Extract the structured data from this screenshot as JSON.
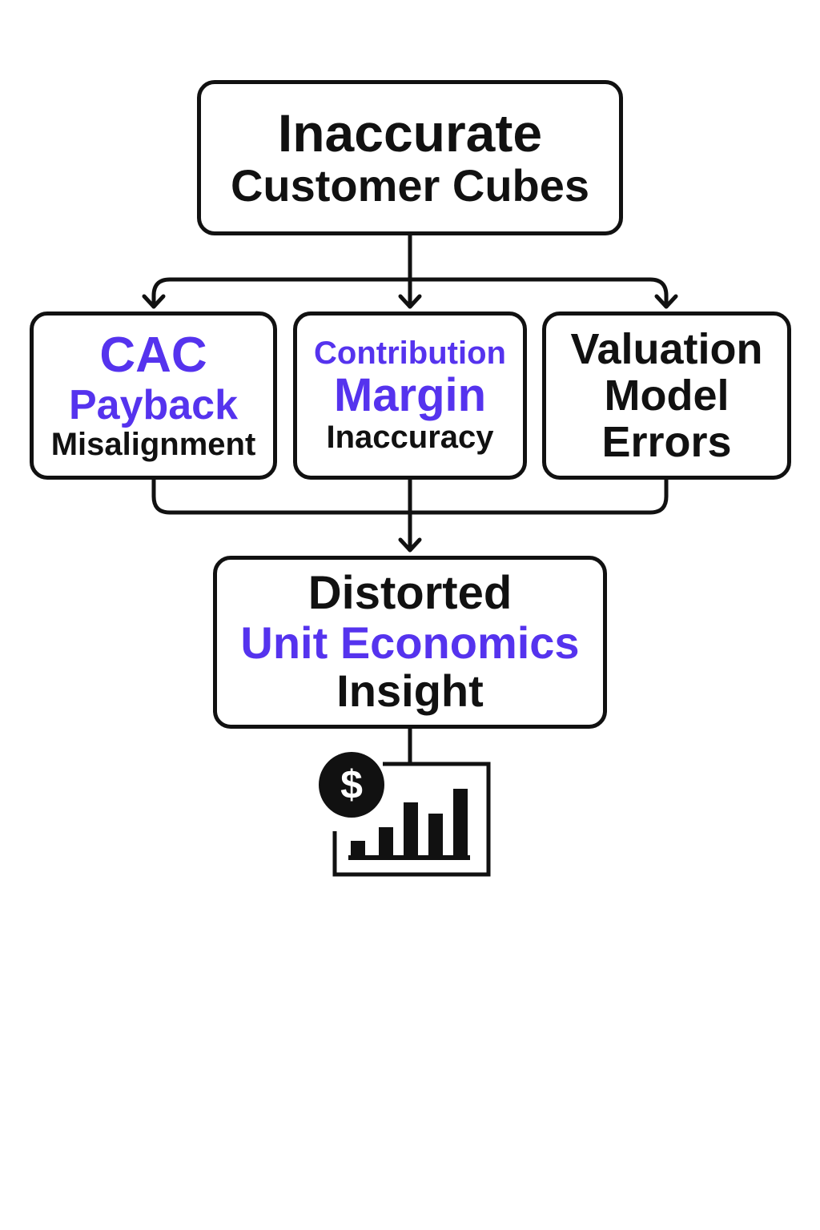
{
  "top_box": {
    "line1": "Inaccurate",
    "line2": "Customer Cubes"
  },
  "middle_boxes": [
    {
      "line1": "CAC",
      "line2": "Payback",
      "line3": "Misalignment"
    },
    {
      "line1": "Contribution",
      "line2": "Margin",
      "line3": "Inaccuracy"
    },
    {
      "line1": "Valuation",
      "line2": "Model",
      "line3": "Errors"
    }
  ],
  "bottom_box": {
    "line1": "Distorted",
    "line2": "Unit Economics",
    "line3": "Insight"
  },
  "icon": {
    "name": "dollar-bar-chart-icon",
    "symbol": "$"
  },
  "colors": {
    "accent": "#5533ee",
    "ink": "#111111",
    "background": "#ffffff"
  }
}
